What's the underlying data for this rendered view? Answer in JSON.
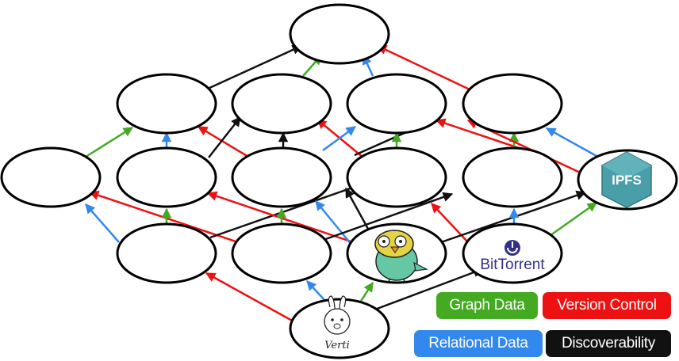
{
  "legend": {
    "graph_data": "Graph Data",
    "version_control": "Version Control",
    "relational_data": "Relational Data",
    "discoverability": "Discoverability"
  },
  "logos": {
    "ipfs": "IPFS",
    "bittorrent": "BitTorrent",
    "verti": "Verti"
  },
  "colors": {
    "graph": "#44aa22",
    "version": "#ee1111",
    "relational": "#3388ee",
    "discover": "#111111",
    "ipfs_cube": "#4a9ea8",
    "bittorrent": "#34308a"
  },
  "icons": [
    "ipfs-logo",
    "bittorrent-logo",
    "parrot-mascot",
    "verti-mascot"
  ]
}
